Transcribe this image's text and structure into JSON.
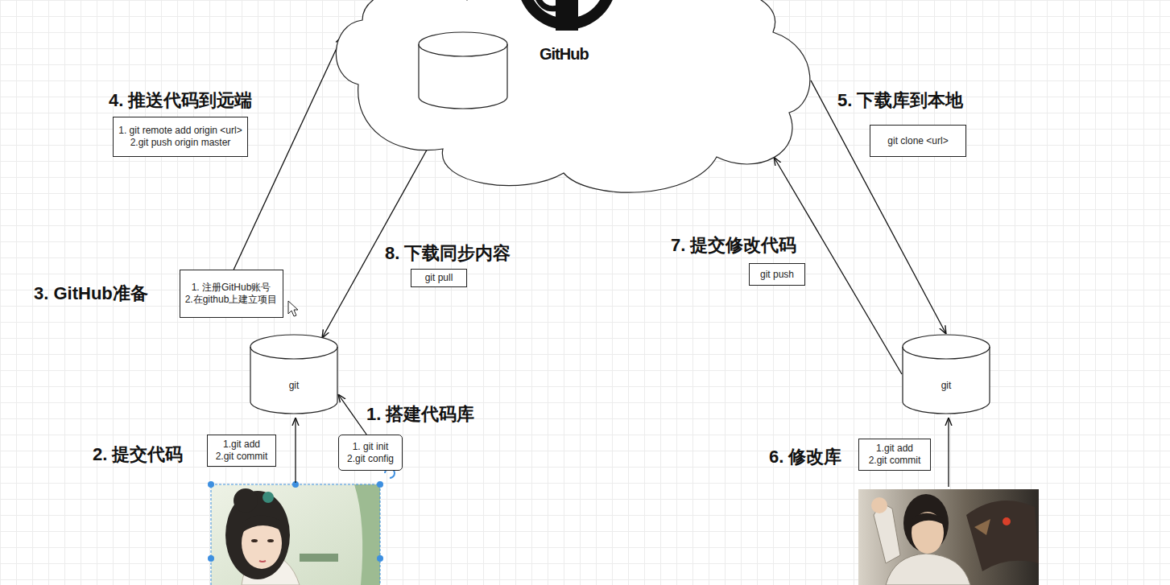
{
  "diagram": {
    "nodes": [
      {
        "text": [
          "GitHub"
        ]
      },
      {
        "text": [
          "4. 推送代码到远端",
          "1. git remote add origin <url>",
          "2.git push origin master"
        ]
      },
      {
        "text": [
          "5. 下载库到本地",
          "git clone <url>"
        ]
      },
      {
        "text": [
          "8. 下载同步内容",
          "git pull"
        ]
      },
      {
        "text": [
          "7. 提交修改代码",
          "git push"
        ]
      },
      {
        "text": [
          "3. GitHub准备",
          "1. 注册GitHub账号",
          "2.在github上建立项目"
        ]
      },
      {
        "text": [
          "git"
        ]
      },
      {
        "text": [
          "git"
        ]
      },
      {
        "text": [
          "2. 提交代码",
          "1.git add",
          "2.git commit"
        ]
      },
      {
        "text": [
          "1. 搭建代码库",
          "1. git init",
          "2.git config"
        ]
      },
      {
        "text": [
          "6. 修改库",
          "1.git add",
          "2.git commit"
        ]
      }
    ],
    "edges": [
      {
        "from": 5,
        "to": 0,
        "arrow": "to"
      },
      {
        "from": 0,
        "to": 6,
        "arrow": "to"
      },
      {
        "from": 0,
        "to": 7,
        "arrow": "to"
      },
      {
        "from": 7,
        "to": 0,
        "arrow": "to"
      },
      {
        "from": 9,
        "to": 6,
        "arrow": "to"
      }
    ]
  }
}
